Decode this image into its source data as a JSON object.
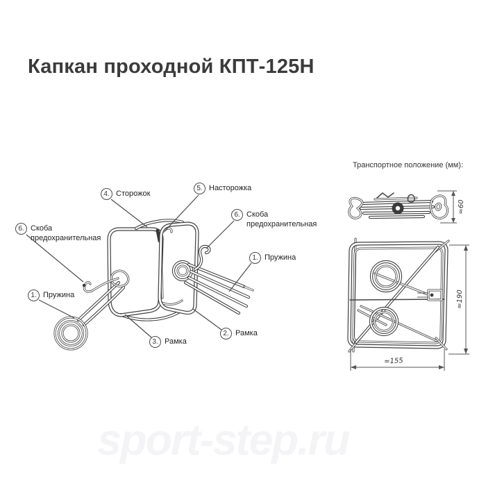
{
  "title": "Капкан проходной КПТ-125Н",
  "watermark": "sport-step.ru",
  "main_diagram": {
    "callouts": {
      "storozhok": {
        "num": "4.",
        "label": "Сторожок"
      },
      "nastorozhka": {
        "num": "5.",
        "label": "Насторожка"
      },
      "skoba_left": {
        "num": "6.",
        "line1": "Скоба",
        "line2": "предохранительная"
      },
      "pruzhina_left": {
        "num": "1.",
        "label": "Пружина"
      },
      "skoba_right": {
        "num": "6.",
        "line1": "Скоба",
        "line2": "предохранительная"
      },
      "pruzhina_right": {
        "num": "1.",
        "label": "Пружина"
      },
      "ramka_front": {
        "num": "2.",
        "label": "Рамка"
      },
      "ramka_rear": {
        "num": "3.",
        "label": "Рамка"
      }
    }
  },
  "transport_panel": {
    "heading": "Транспортное положение (мм):",
    "side_view": {
      "height_label": "≈60"
    },
    "front_view": {
      "height_label": "≈190",
      "width_label": "≈155"
    }
  },
  "colors": {
    "line": "#3f3f3f",
    "title_text": "#3b3b3b",
    "watermark_text": "#f4f4f6"
  }
}
